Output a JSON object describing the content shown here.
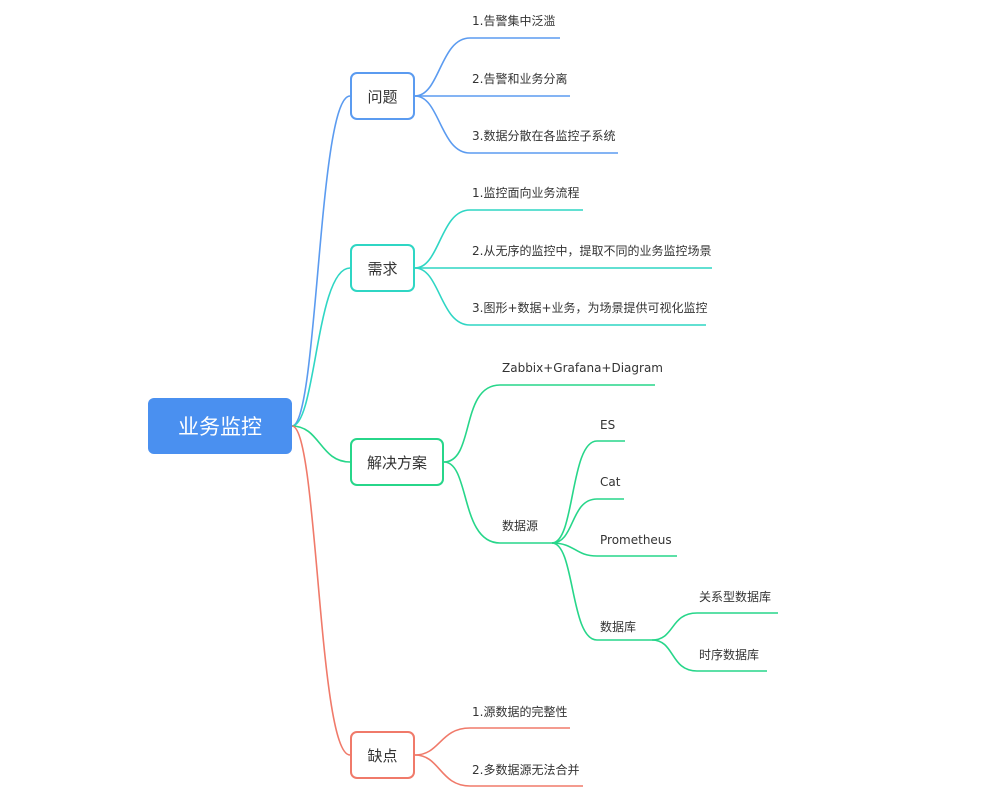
{
  "root": {
    "label": "业务监控",
    "color": "#4a90f0"
  },
  "colors": {
    "blue": "#5b9bf0",
    "teal": "#2fd6c4",
    "green": "#27d68a",
    "red": "#f07a6a"
  },
  "branches": {
    "problem": {
      "label": "问题",
      "items": [
        "1.告警集中泛滥",
        "2.告警和业务分离",
        "3.数据分散在各监控子系统"
      ]
    },
    "requirement": {
      "label": "需求",
      "items": [
        "1.监控面向业务流程",
        "2.从无序的监控中，提取不同的业务监控场景",
        "3.图形+数据+业务，为场景提供可视化监控"
      ]
    },
    "solution": {
      "label": "解决方案",
      "tool": "Zabbix+Grafana+Diagram",
      "datasource": {
        "label": "数据源",
        "items": [
          "ES",
          "Cat",
          "Prometheus"
        ],
        "database": {
          "label": "数据库",
          "items": [
            "关系型数据库",
            "时序数据库"
          ]
        }
      }
    },
    "drawback": {
      "label": "缺点",
      "items": [
        "1.源数据的完整性",
        "2.多数据源无法合并"
      ]
    }
  }
}
